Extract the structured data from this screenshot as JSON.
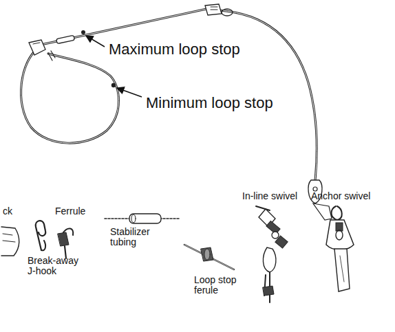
{
  "diagram": {
    "labels": [
      "Maximum loop stop",
      "Minimum loop stop",
      "ck",
      "Ferrule",
      "Break-away J-hook",
      "Stabilizer tubing",
      "Loop stop ferule",
      "In-line swivel",
      "Anchor swivel"
    ]
  }
}
